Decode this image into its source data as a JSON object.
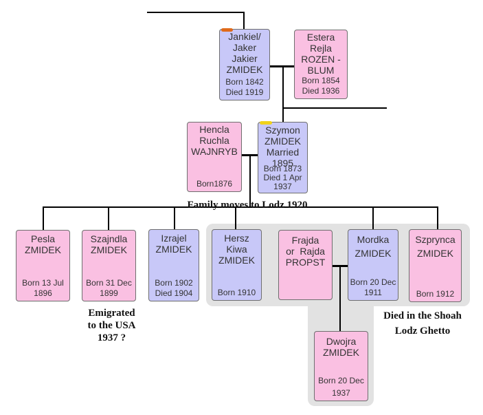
{
  "colors": {
    "male": "#c8c8f8",
    "female": "#fac0e2",
    "group_bg": "#e2e2e2",
    "marker_orange": "#e06a1a",
    "marker_yellow": "#f0d21c"
  },
  "people": {
    "jankiel": {
      "name": [
        "Jankiel/",
        "Jaker",
        "Jakier",
        "ZMIDEK"
      ],
      "dates": [
        "Born 1842",
        "Died 1919"
      ]
    },
    "estera": {
      "name": [
        "Estera",
        "Rejla",
        "ROZEN -",
        "BLUM"
      ],
      "dates": [
        "Born 1854",
        "Died 1936"
      ]
    },
    "hencla": {
      "name": [
        "Hencla",
        "Ruchla",
        "WAJNRYB"
      ],
      "dates": [
        "Born1876"
      ]
    },
    "szymon": {
      "name": [
        "Szymon",
        "ZMIDEK",
        "Married",
        "1895"
      ],
      "dates": [
        "Born 1873",
        "Died 1 Apr",
        "1937"
      ]
    },
    "pesla": {
      "name": [
        "Pesla",
        "ZMIDEK"
      ],
      "dates": [
        "Born 13 Jul",
        "1896"
      ]
    },
    "szajndla": {
      "name": [
        "Szajndla",
        "ZMIDEK"
      ],
      "dates": [
        "Born 31 Dec",
        "1899"
      ]
    },
    "izrajel": {
      "name": [
        "Izrajel",
        "ZMIDEK"
      ],
      "dates": [
        "Born 1902",
        "Died 1904"
      ]
    },
    "hersz": {
      "name": [
        "Hersz",
        "Kiwa",
        "ZMIDEK"
      ],
      "dates": [
        "Born 1910"
      ]
    },
    "frajda": {
      "name": [
        "Frajda",
        "or  Rajda",
        "PROPST"
      ],
      "dates": []
    },
    "mordka": {
      "name": [
        "Mordka",
        "ZMIDEK"
      ],
      "dates": [
        "Born 20 Dec",
        "1911"
      ]
    },
    "szprynca": {
      "name": [
        "Szprynca",
        "ZMIDEK"
      ],
      "dates": [
        "Born 1912"
      ]
    },
    "dwojra": {
      "name": [
        "Dwojra",
        "ZMIDEK"
      ],
      "dates": [
        "Born 20 Dec",
        "1937"
      ]
    }
  },
  "notes": {
    "lodz": "Family moves to Lodz 1920",
    "usa": [
      "Emigrated",
      "to the USA",
      "1937 ?"
    ],
    "shoah": [
      "Died in the Shoah",
      "Lodz Ghetto"
    ]
  }
}
